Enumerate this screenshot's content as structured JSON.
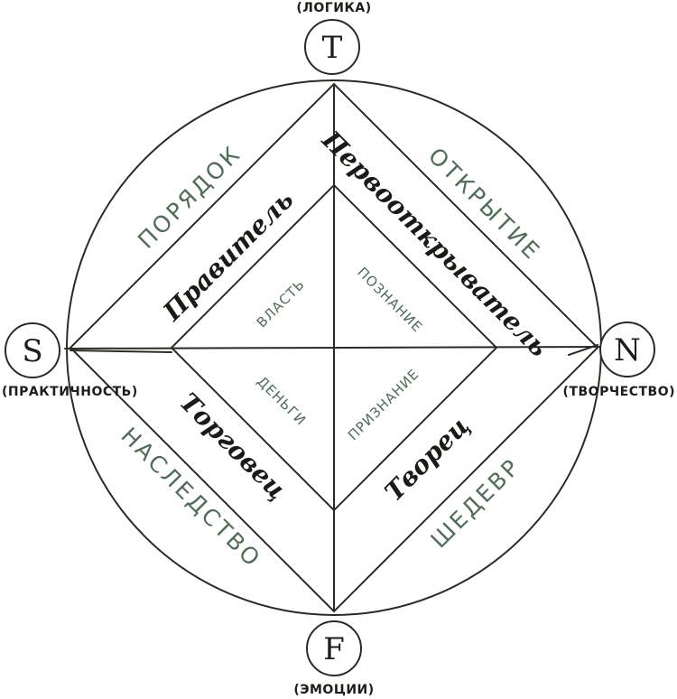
{
  "colors": {
    "ink": "#2b2b24",
    "green": "#4f6e55",
    "background": "#ffffff"
  },
  "nodes": {
    "top": {
      "letter": "T",
      "caption": "(ЛОГИКА)"
    },
    "left": {
      "letter": "S",
      "caption": "(ПРАКТИЧНОСТЬ)"
    },
    "right": {
      "letter": "N",
      "caption": "(ТВОРЧЕСТВО)"
    },
    "bottom": {
      "letter": "F",
      "caption": "(ЭМОЦИИ)"
    }
  },
  "outer_labels": {
    "top_left": "ПОРЯДОК",
    "top_right": "ОТКРЫТИЕ",
    "bottom_left": "НАСЛЕДСТВО",
    "bottom_right": "ШЕДЕВР"
  },
  "archetypes": {
    "top_left": "Правитель",
    "top_right": "Первооткрыватель",
    "bottom_left": "Торговец",
    "bottom_right": "Творец"
  },
  "inner_labels": {
    "top_left": "ВЛАСТЬ",
    "top_right": "ПОЗНАНИЕ",
    "bottom_left": "ДЕНЬГИ",
    "bottom_right": "ПРИЗНАНИЕ"
  }
}
